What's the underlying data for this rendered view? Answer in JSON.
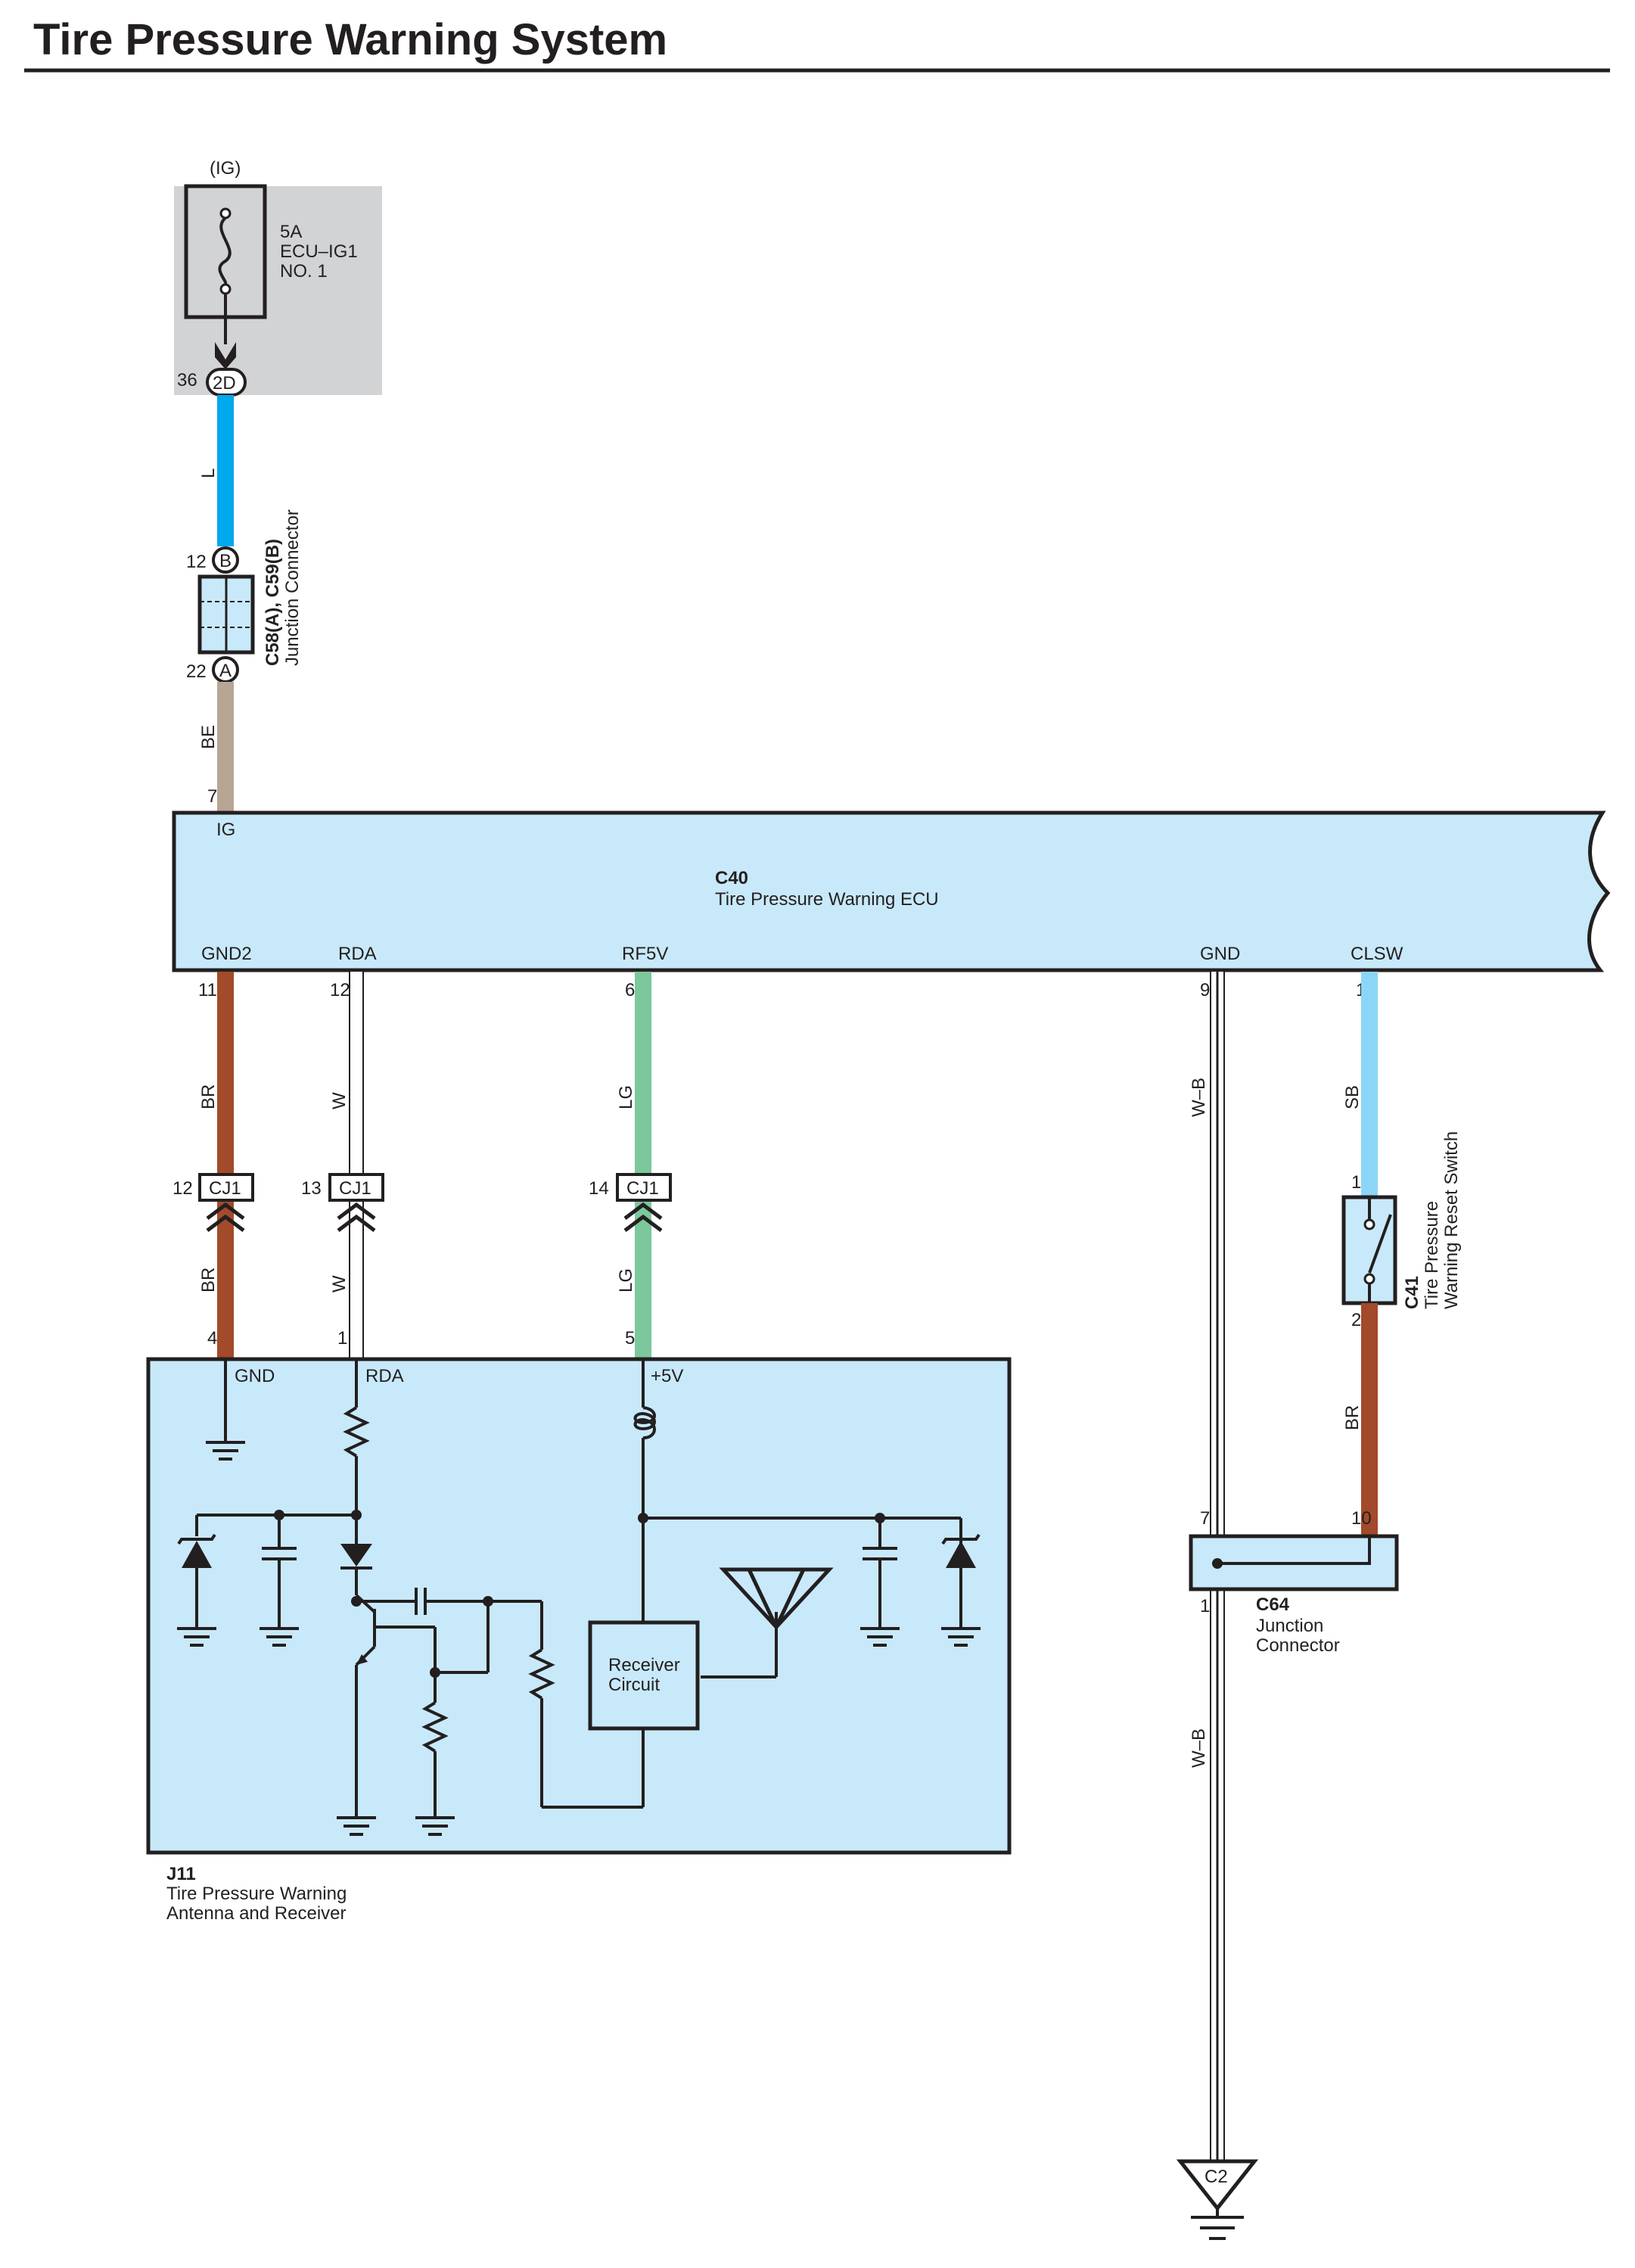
{
  "title": "Tire Pressure Warning System",
  "colors": {
    "blue_wire": "#00a8ec",
    "beige_wire": "#b9a594",
    "brown_wire": "#a34a2a",
    "light_green_wire": "#7cc79c",
    "sky_blue_wire": "#8bd6f6",
    "component_fill": "#c8e9fa",
    "relay_box_fill": "#d1d3d4",
    "line": "#231f20"
  },
  "fuse": {
    "power_source": "(IG)",
    "rating": "5A",
    "name_line1": "ECU–IG1",
    "name_line2": "NO. 1",
    "pin": "36",
    "connector": "2D"
  },
  "junction_c58": {
    "id_label": "C58(A), C59(B)",
    "name": "Junction Connector",
    "top_pin": "12",
    "top_conn": "B",
    "bottom_pin": "22",
    "bottom_conn": "A"
  },
  "wires": {
    "fuse_to_junction": "L",
    "junction_to_ecu": "BE",
    "gnd2": "BR",
    "rda": "W",
    "rf5v": "LG",
    "gnd": "W–B",
    "clsw": "SB",
    "switch_to_c64": "BR",
    "c64_to_ground": "W–B"
  },
  "ecu": {
    "id": "C40",
    "name": "Tire Pressure Warning ECU",
    "ig_pin": "7",
    "ig_label": "IG",
    "terminals": [
      {
        "label": "GND2",
        "pin": "11"
      },
      {
        "label": "RDA",
        "pin": "12"
      },
      {
        "label": "RF5V",
        "pin": "6"
      },
      {
        "label": "GND",
        "pin": "9"
      },
      {
        "label": "CLSW",
        "pin": "1"
      }
    ]
  },
  "cj1_connectors": [
    {
      "pin": "12",
      "label": "CJ1"
    },
    {
      "pin": "13",
      "label": "CJ1"
    },
    {
      "pin": "14",
      "label": "CJ1"
    }
  ],
  "receiver": {
    "id": "J11",
    "name_line1": "Tire Pressure Warning",
    "name_line2": "Antenna and Receiver",
    "pins": [
      {
        "pin": "4",
        "label": "GND"
      },
      {
        "pin": "1",
        "label": "RDA"
      },
      {
        "pin": "5",
        "label": "+5V"
      }
    ],
    "circuit_line1": "Receiver",
    "circuit_line2": "Circuit"
  },
  "reset_switch": {
    "id": "C41",
    "name_line1": "Tire Pressure",
    "name_line2": "Warning Reset Switch",
    "top_pin": "1",
    "bottom_pin": "2"
  },
  "junction_c64": {
    "id": "C64",
    "name_line1": "Junction",
    "name_line2": "Connector",
    "pin_left": "7",
    "pin_right": "10",
    "pin_bottom": "1"
  },
  "ground_point": "C2"
}
